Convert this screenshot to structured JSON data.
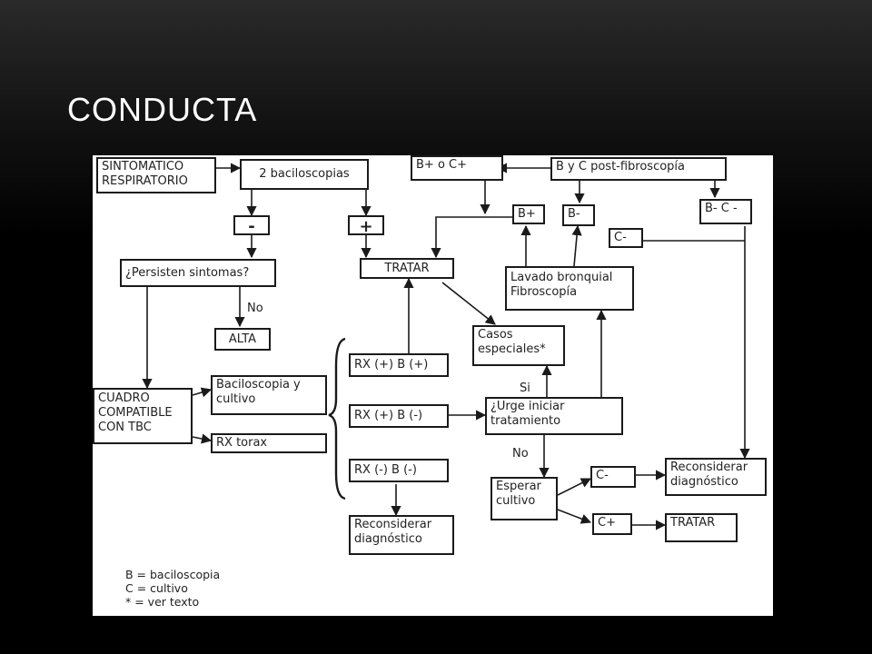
{
  "slide": {
    "title": "CONDUCTA"
  },
  "diagram": {
    "boxes": {
      "sintomatico": "SINTOMATICO\nRESPIRATORIO",
      "baciloscopias": "2 baciloscopias",
      "minus": "-",
      "plus": "+",
      "persisten": "¿Persisten sintomas?",
      "alta": "ALTA",
      "tratar_main": "TRATAR",
      "b_plus_c_plus": "B+ o C+",
      "post_fibro": "B y C post-fibroscopía",
      "b_plus": "B+",
      "b_minus": "B-",
      "b_c_minus": "B- C -",
      "c_minus_top": "C-",
      "lavado": "Lavado bronquial\nFibroscopía",
      "casos": "Casos\nespeciales*",
      "cuadro": "CUADRO\nCOMPATIBLE\nCON TBC",
      "bacilo_cultivo": "Baciloscopia y\ncultivo",
      "rx_torax": "RX torax",
      "rx_pp": "RX (+) B (+)",
      "rx_pm": "RX (+) B (-)",
      "rx_mm": "RX (-) B (-)",
      "urge": "¿Urge iniciar\ntratamiento",
      "reconsiderar_left": "Reconsiderar\ndiagnóstico",
      "esperar": "Esperar\ncultivo",
      "c_minus_bottom": "C-",
      "c_plus_bottom": "C+",
      "reconsiderar_right": "Reconsiderar\ndiagnóstico",
      "tratar_bottom": "TRATAR"
    },
    "labels": {
      "no_1": "No",
      "si": "Si",
      "no_2": "No"
    },
    "legend": [
      "B = baciloscopia",
      "C = cultivo",
      "* = ver texto"
    ]
  },
  "colors": {
    "line": "#1a1a1a",
    "title": "#ffffff",
    "panel": "#ffffff"
  }
}
